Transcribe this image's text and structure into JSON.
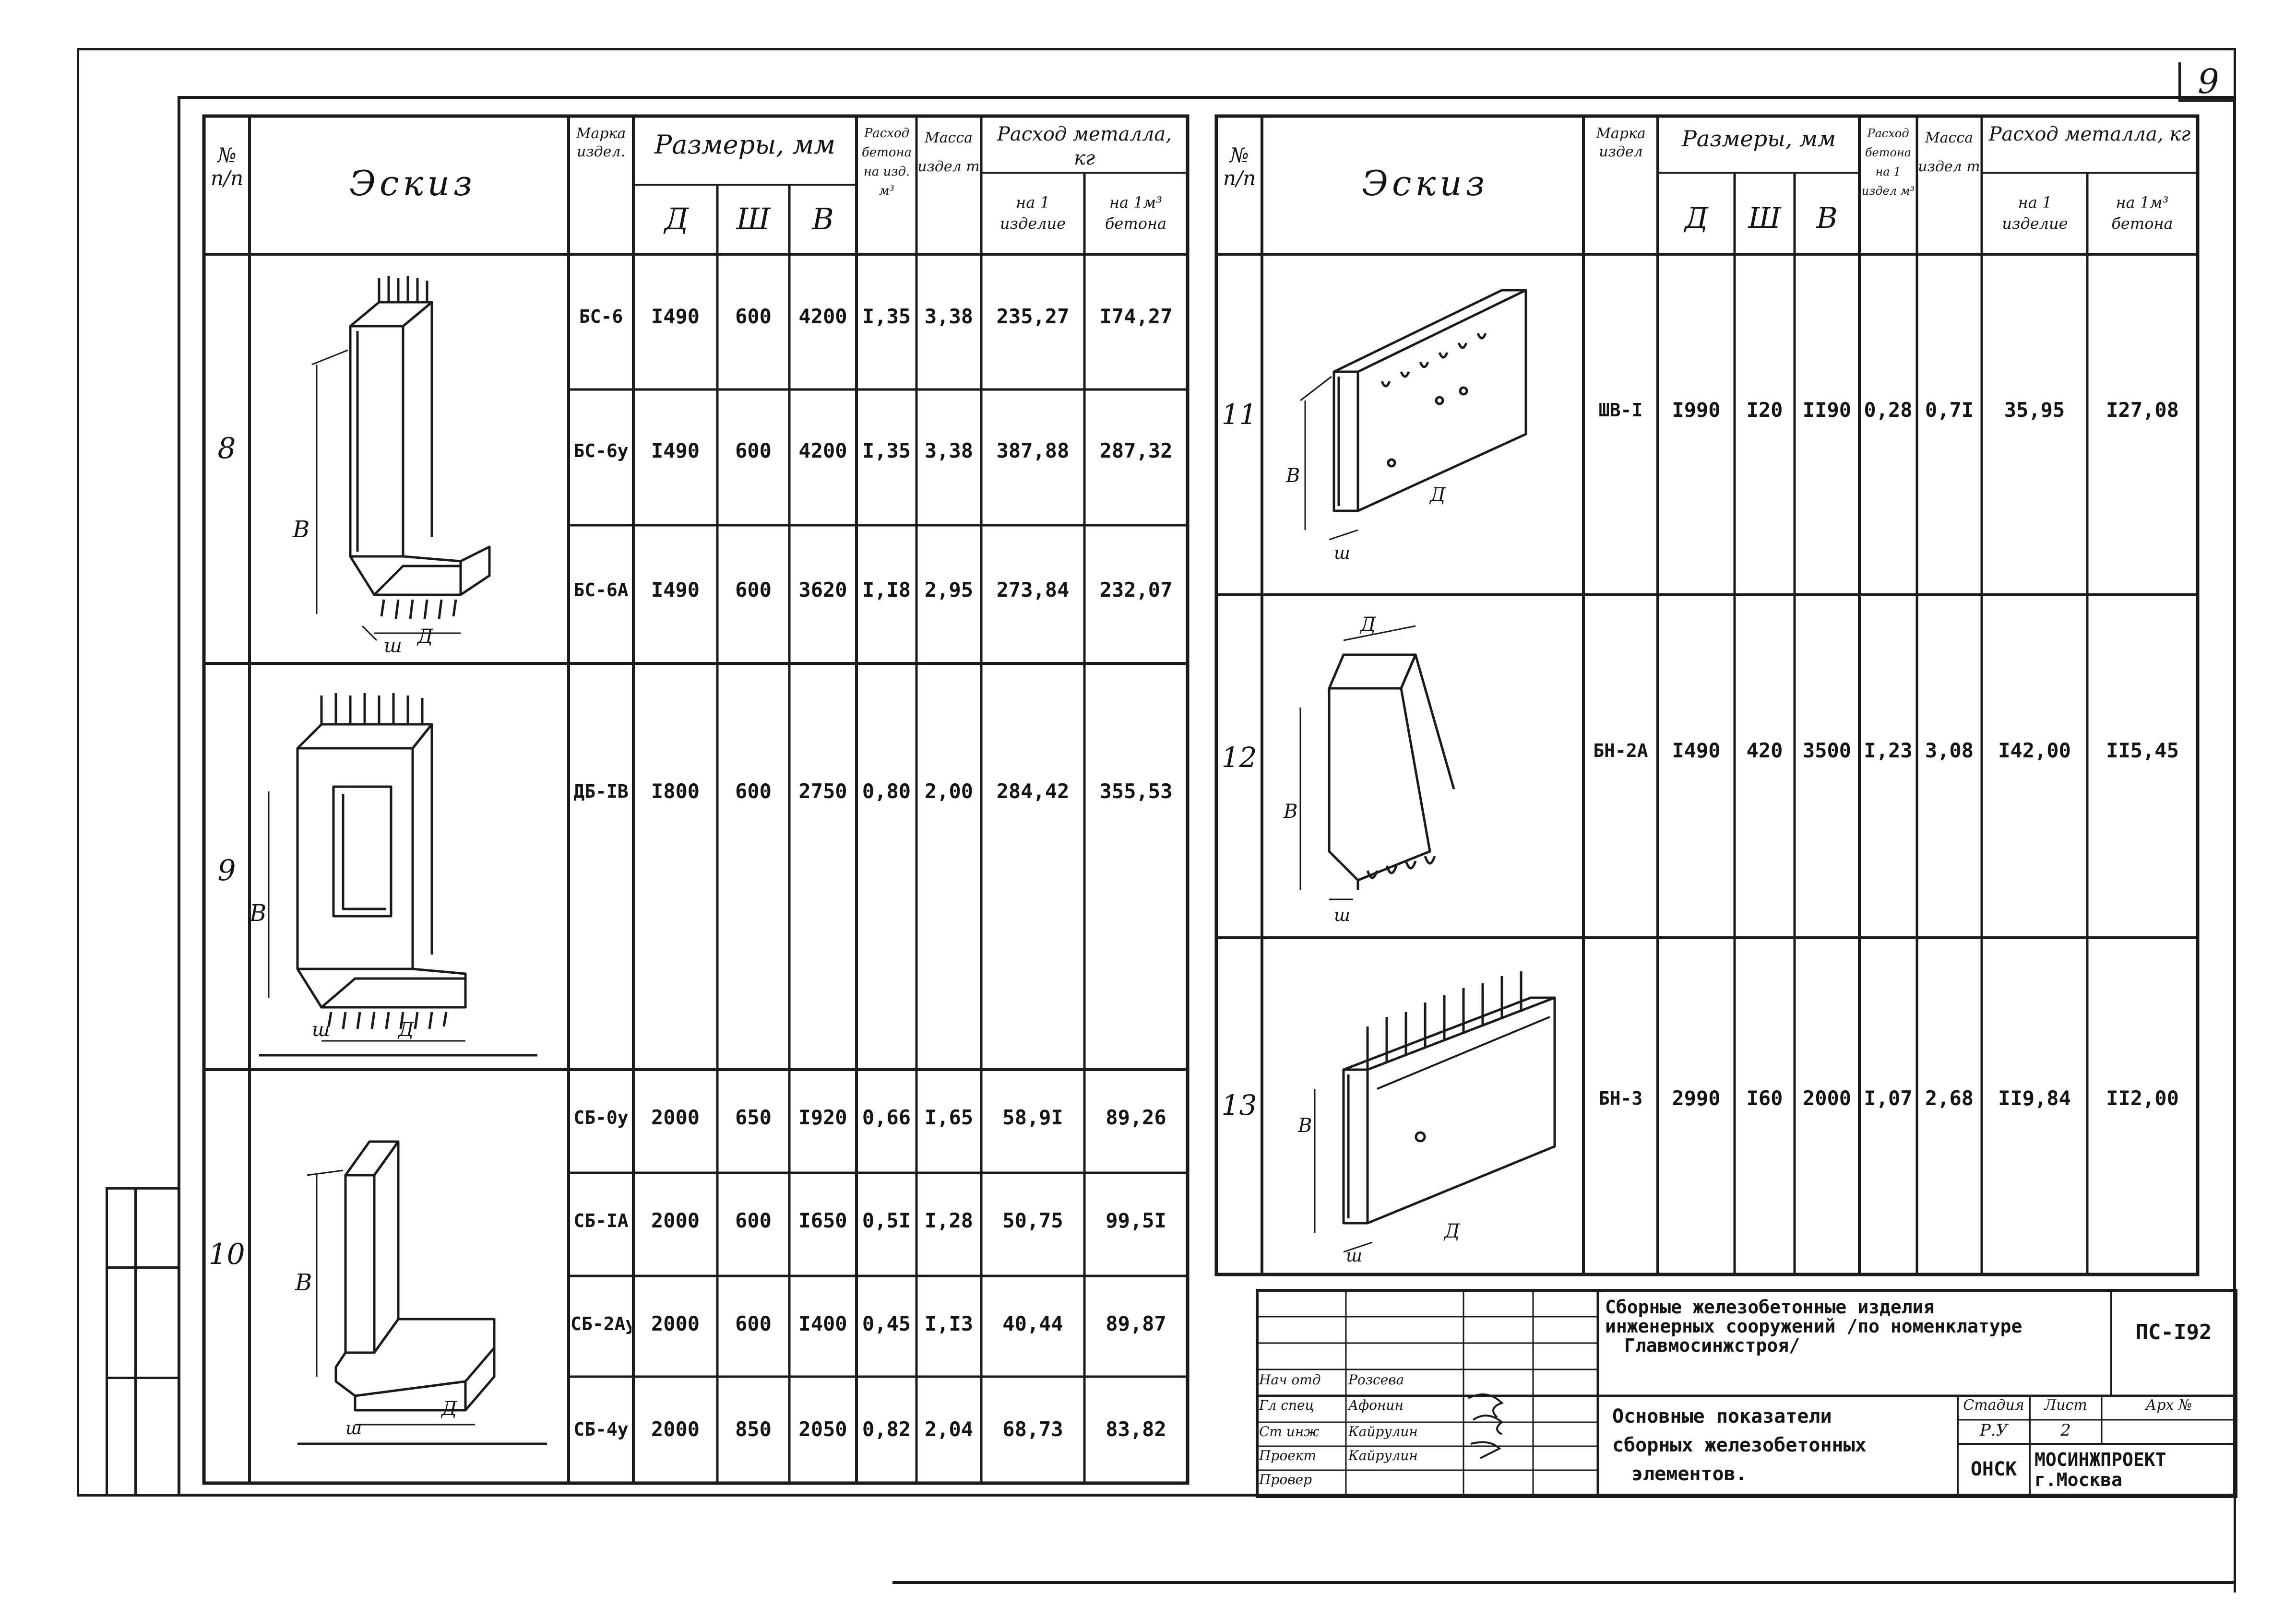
{
  "sheet": {
    "number": "9"
  },
  "left_table": {
    "headers": {
      "num": "№ п/п",
      "sketch": "Эскиз",
      "mark": "Марка издел.",
      "sizes": "Размеры, мм",
      "d": "Д",
      "w": "Ш",
      "h": "В",
      "concrete": "Расход бетона на изд. м³",
      "mass": "Масса издел т",
      "metal": "Расход металла, кг",
      "metal_per_item": "на 1 изделие",
      "metal_per_m3": "на 1м³ бетона"
    },
    "groups": [
      {
        "num": "8",
        "sketch_icon": "wall-panel-sketch-icon",
        "rows": [
          {
            "mark": "БС-6",
            "d": "I490",
            "w": "600",
            "h": "4200",
            "concrete": "I,35",
            "mass": "3,38",
            "metal_item": "235,27",
            "metal_m3": "I74,27"
          },
          {
            "mark": "БС-6у",
            "d": "I490",
            "w": "600",
            "h": "4200",
            "concrete": "I,35",
            "mass": "3,38",
            "metal_item": "387,88",
            "metal_m3": "287,32"
          },
          {
            "mark": "БС-6А",
            "d": "I490",
            "w": "600",
            "h": "3620",
            "concrete": "I,I8",
            "mass": "2,95",
            "metal_item": "273,84",
            "metal_m3": "232,07"
          }
        ]
      },
      {
        "num": "9",
        "sketch_icon": "frame-panel-sketch-icon",
        "rows": [
          {
            "mark": "ДБ-IВ",
            "d": "I800",
            "w": "600",
            "h": "2750",
            "concrete": "0,80",
            "mass": "2,00",
            "metal_item": "284,42",
            "metal_m3": "355,53"
          }
        ]
      },
      {
        "num": "10",
        "sketch_icon": "l-block-sketch-icon",
        "rows": [
          {
            "mark": "СБ-0у",
            "d": "2000",
            "w": "650",
            "h": "I920",
            "concrete": "0,66",
            "mass": "I,65",
            "metal_item": "58,9I",
            "metal_m3": "89,26"
          },
          {
            "mark": "СБ-IА",
            "d": "2000",
            "w": "600",
            "h": "I650",
            "concrete": "0,5I",
            "mass": "I,28",
            "metal_item": "50,75",
            "metal_m3": "99,5I"
          },
          {
            "mark": "СБ-2Ау",
            "d": "2000",
            "w": "600",
            "h": "I400",
            "concrete": "0,45",
            "mass": "I,I3",
            "metal_item": "40,44",
            "metal_m3": "89,87"
          },
          {
            "mark": "СБ-4у",
            "d": "2000",
            "w": "850",
            "h": "2050",
            "concrete": "0,82",
            "mass": "2,04",
            "metal_item": "68,73",
            "metal_m3": "83,82"
          }
        ]
      }
    ]
  },
  "right_table": {
    "headers": {
      "num": "№ п/п",
      "sketch": "Эскиз",
      "mark": "Марка издел",
      "sizes": "Размеры, мм",
      "d": "Д",
      "w": "Ш",
      "h": "В",
      "concrete": "Расход бетона на 1 издел м³",
      "mass": "Масса издел т",
      "metal": "Расход металла, кг",
      "metal_per_item": "на 1 изделие",
      "metal_per_m3": "на 1м³ бетона"
    },
    "groups": [
      {
        "num": "11",
        "sketch_icon": "slab-sketch-icon",
        "rows": [
          {
            "mark": "ШВ-I",
            "d": "I990",
            "w": "I20",
            "h": "II90",
            "concrete": "0,28",
            "mass": "0,7I",
            "metal_item": "35,95",
            "metal_m3": "I27,08"
          }
        ]
      },
      {
        "num": "12",
        "sketch_icon": "narrow-panel-sketch-icon",
        "rows": [
          {
            "mark": "БН-2А",
            "d": "I490",
            "w": "420",
            "h": "3500",
            "concrete": "I,23",
            "mass": "3,08",
            "metal_item": "I42,00",
            "metal_m3": "II5,45"
          }
        ]
      },
      {
        "num": "13",
        "sketch_icon": "reinforced-slab-sketch-icon",
        "rows": [
          {
            "mark": "БН-3",
            "d": "2990",
            "w": "I60",
            "h": "2000",
            "concrete": "I,07",
            "mass": "2,68",
            "metal_item": "II9,84",
            "metal_m3": "II2,00"
          }
        ]
      }
    ]
  },
  "title_block": {
    "project_title_1": "Сборные железобетонные изделия",
    "project_title_2": "инженерных сооружений /по номенклатуре",
    "project_title_3": "Главмосинжстроя/",
    "code": "ПС-I92",
    "sheet_title_1": "Основные показатели",
    "sheet_title_2": "сборных железобетонных",
    "sheet_title_3": "элементов.",
    "status_label": "Стадия",
    "sheet_label": "Лист",
    "sheets_label": "Арх №",
    "status_value": "Р.У",
    "sheet_value": "2",
    "dept": "ОНСК",
    "org_1": "МОСИНЖПРОЕКТ",
    "org_2": "г.Москва",
    "roles": [
      "Нач отд",
      "Гл спец",
      "Ст инж",
      "Проект",
      "Провер"
    ],
    "names": [
      "Розсева",
      "Афонин",
      "Кайрулин",
      "Кайрулин",
      ""
    ]
  }
}
